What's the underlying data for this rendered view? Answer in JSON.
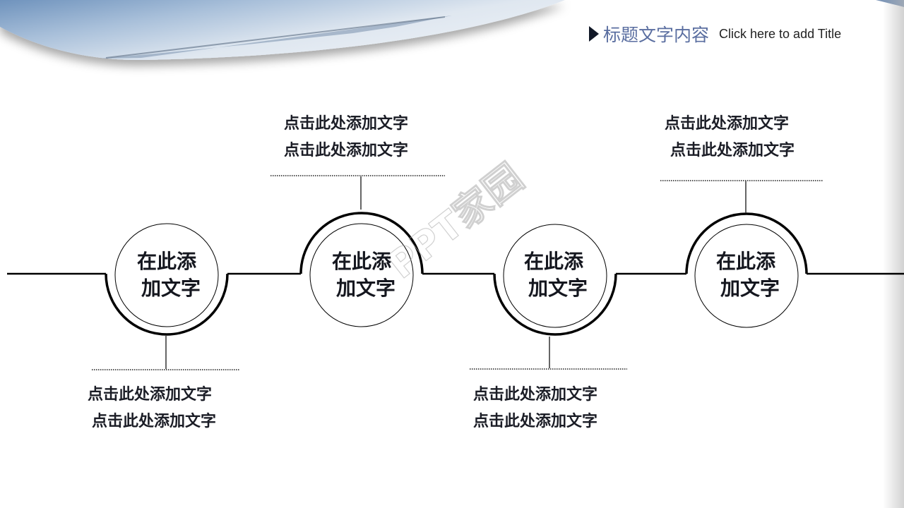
{
  "header": {
    "title_cn": "标题文字内容",
    "title_en": "Click here to add Title",
    "title_color": "#5a6ea0",
    "arrow_icon": "triangle-right-icon"
  },
  "watermark": "PPT家园",
  "timeline": {
    "line_color": "#000000",
    "nodes": [
      {
        "label_line1": "在此添",
        "label_line2": "加文字",
        "arc": "bottom",
        "desc_line1": "点击此处添加文字",
        "desc_line2": "点击此处添加文字",
        "desc_position": "below"
      },
      {
        "label_line1": "在此添",
        "label_line2": "加文字",
        "arc": "top",
        "desc_line1": "点击此处添加文字",
        "desc_line2": "点击此处添加文字",
        "desc_position": "above"
      },
      {
        "label_line1": "在此添",
        "label_line2": "加文字",
        "arc": "bottom",
        "desc_line1": "点击此处添加文字",
        "desc_line2": "点击此处添加文字",
        "desc_position": "below"
      },
      {
        "label_line1": "在此添",
        "label_line2": "加文字",
        "arc": "top",
        "desc_line1": "点击此处添加文字",
        "desc_line2": "点击此处添加文字",
        "desc_position": "above"
      }
    ]
  }
}
